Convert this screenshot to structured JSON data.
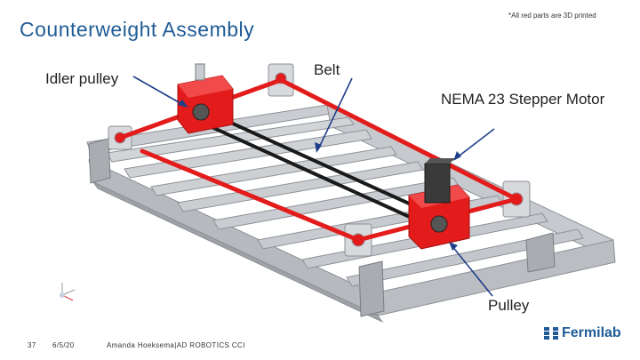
{
  "slide": {
    "title": "Counterweight Assembly",
    "note": "*All red parts are 3D printed",
    "labels": {
      "idler": "Idler pulley",
      "belt": "Belt",
      "motor": "NEMA 23 Stepper Motor",
      "pulley": "Pulley"
    },
    "footer": {
      "page": "37",
      "date": "6/5/20",
      "author": "Amanda Hoeksema|AD ROBOTICS CCI"
    },
    "logo": {
      "text": "Fermilab"
    },
    "colors": {
      "accent": "#1f5b96",
      "printed": "#e31b1b",
      "frame": "#b9bcc0"
    }
  }
}
